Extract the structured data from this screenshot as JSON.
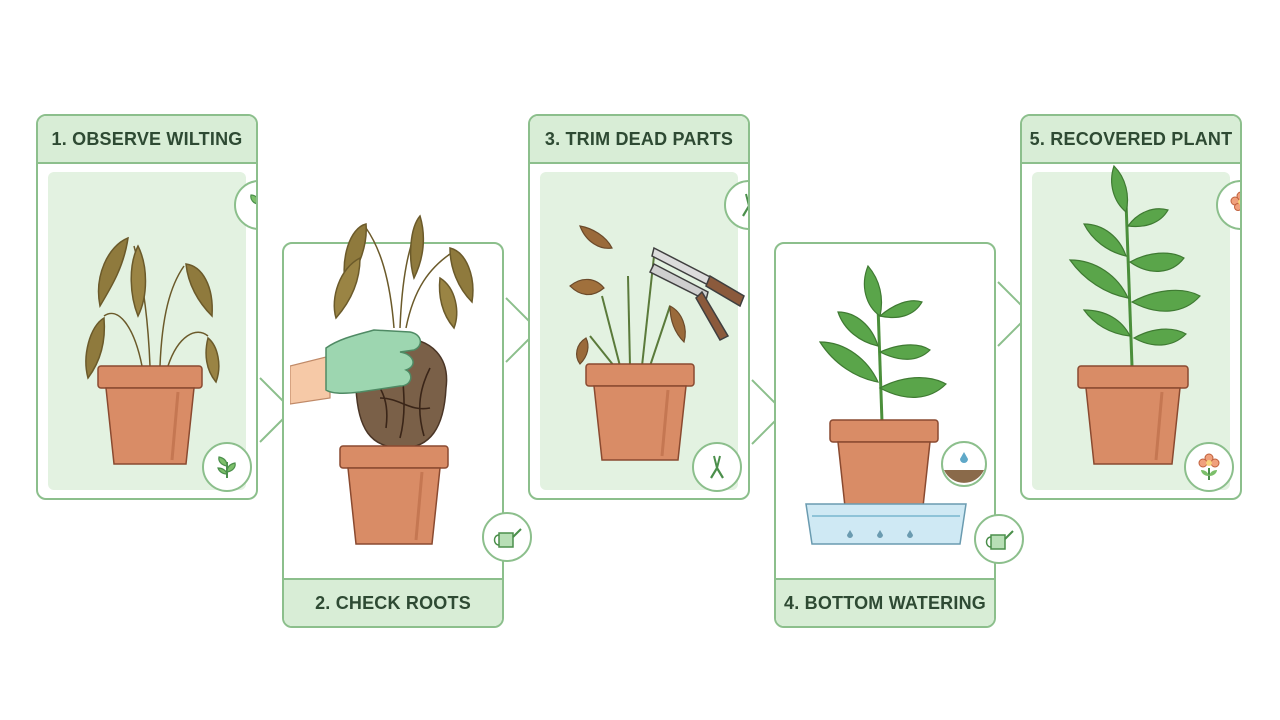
{
  "steps": [
    {
      "label": "1. OBSERVE WILTING",
      "badge_top": "sprout-icon",
      "badge_bottom": "sprout-icon"
    },
    {
      "label": "2. CHECK ROOTS",
      "badge_bottom": "watering-can-icon"
    },
    {
      "label": "3. TRIM DEAD PARTS",
      "badge_top": "pruning-shears-icon",
      "badge_bottom": "pruning-shears-icon"
    },
    {
      "label": "4. BOTTOM WATERING",
      "badge_bottom": "watering-can-icon"
    },
    {
      "label": "5. RECOVERED PLANT",
      "badge_top": "flower-icon",
      "badge_bottom": "flower-icon"
    }
  ],
  "colors": {
    "border": "#8cbf8c",
    "header": "#d8edd6",
    "panel": "#e3f2e1",
    "pot": "#d98c66",
    "wilted_leaf": "#8f7a3d",
    "healthy_leaf": "#5aa54a",
    "glove": "#9dd6b0"
  }
}
